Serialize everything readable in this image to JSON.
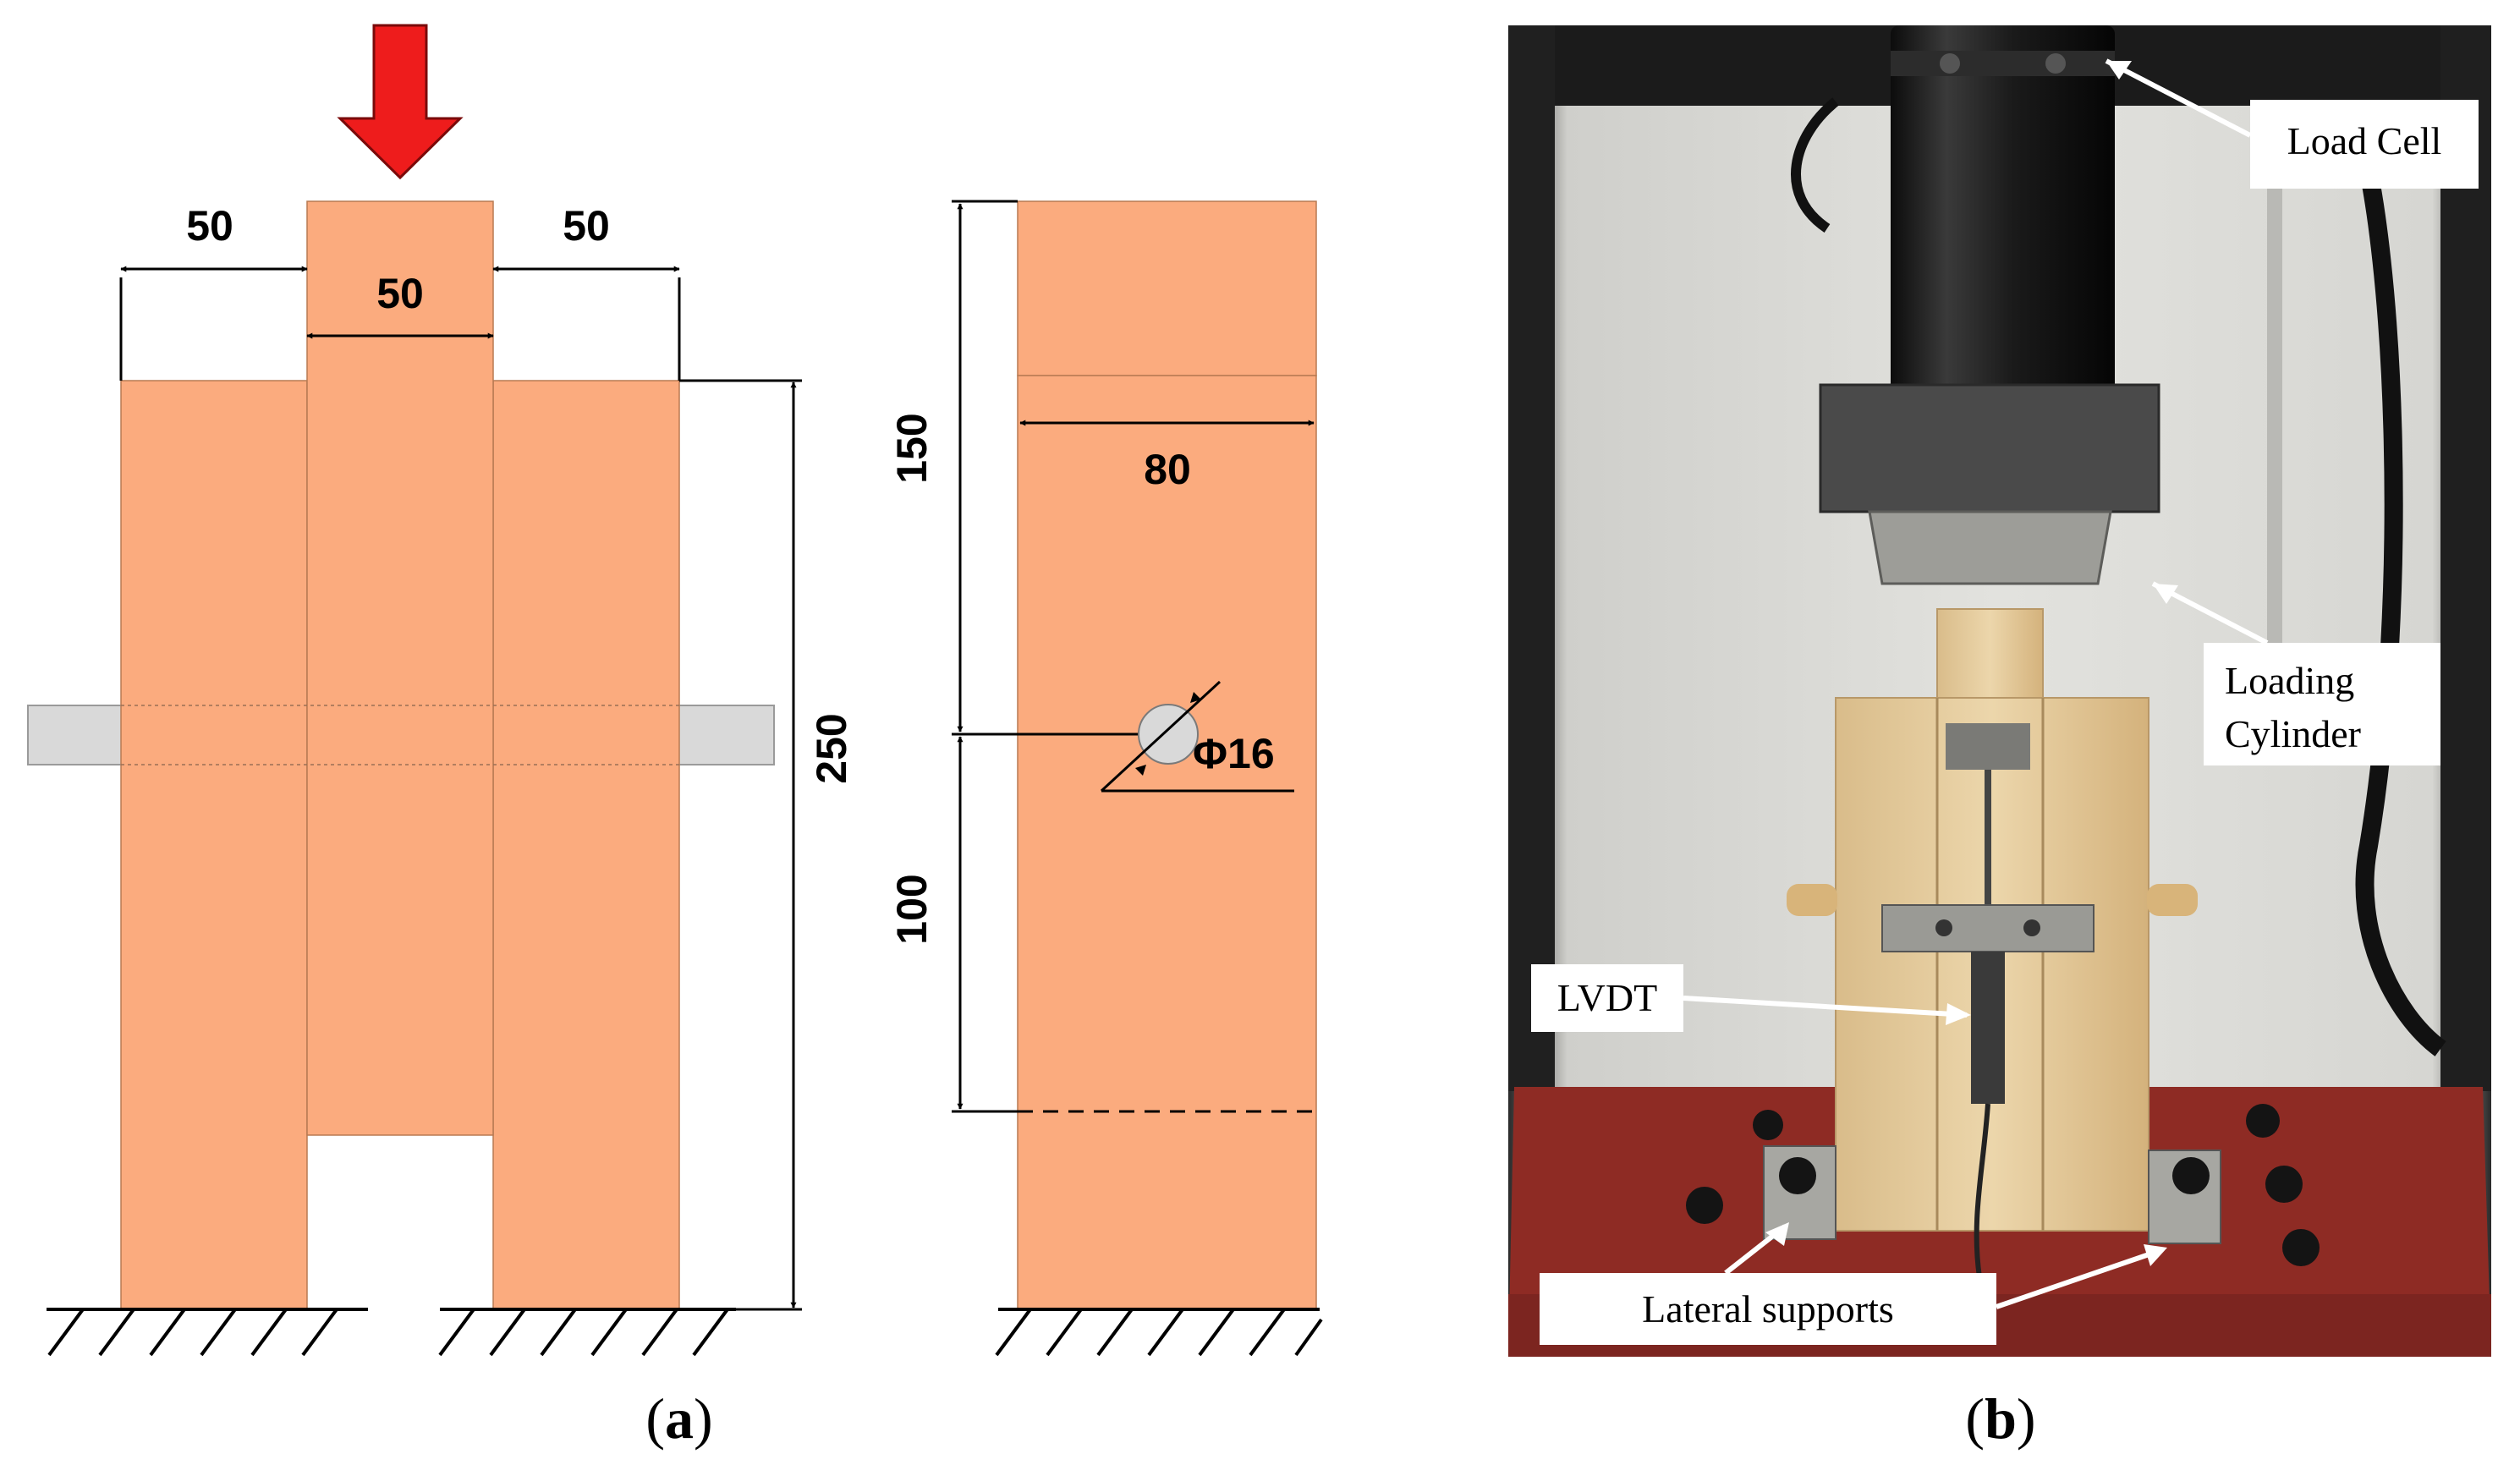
{
  "panel_a": {
    "dims": {
      "left_block_width": "50",
      "middle_block_width": "50",
      "right_block_width": "50",
      "total_height": "250",
      "upper_length": "150",
      "lower_length": "100",
      "side_width": "80",
      "bolt_diameter": "Φ16"
    },
    "caption": {
      "open": "(",
      "letter": "a",
      "close": ")"
    }
  },
  "panel_b": {
    "labels": {
      "load_cell": "Load Cell",
      "loading_cylinder_line1": "Loading",
      "loading_cylinder_line2": "Cylinder",
      "lvdt": "LVDT",
      "lateral_supports": "Lateral supports"
    },
    "caption": {
      "open": "(",
      "letter": "b",
      "close": ")"
    }
  },
  "colors": {
    "wood_block": "#FBAB7E",
    "bolt": "#D9D9D9",
    "load_arrow": "#EE1C1C",
    "photo_background": "#DCDCD8",
    "base_plate": "#8E2B24",
    "timber": "#E7CFA3"
  }
}
